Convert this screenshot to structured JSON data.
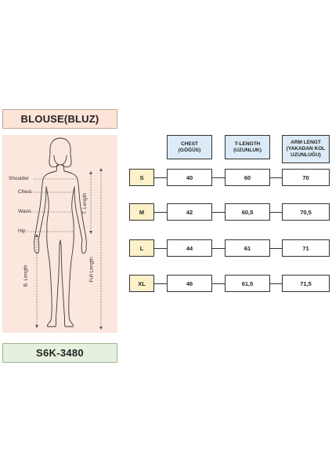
{
  "title": "BLOUSE(BLUZ)",
  "product_code": "S6K-3480",
  "figure_labels": {
    "shoulder": "Shoulder",
    "chest": "Chest",
    "waist": "Waist",
    "hip": "Hip",
    "t_length": "T. Length",
    "b_length": "B. Length",
    "full_length": "Full Length"
  },
  "table": {
    "headers": [
      [
        "CHEST",
        "(GÖĞÜS)"
      ],
      [
        "T-LENGTH",
        "(UZUNLUK)"
      ],
      [
        "ARM LENGT",
        "(YAKADAN KOL",
        "UZUNLUĞU)"
      ]
    ],
    "rows": [
      {
        "size": "S",
        "values": [
          "40",
          "60",
          "70"
        ]
      },
      {
        "size": "M",
        "values": [
          "42",
          "60,5",
          "70,5"
        ]
      },
      {
        "size": "L",
        "values": [
          "44",
          "61",
          "71"
        ]
      },
      {
        "size": "XL",
        "values": [
          "46",
          "61,5",
          "71,5"
        ]
      }
    ]
  }
}
